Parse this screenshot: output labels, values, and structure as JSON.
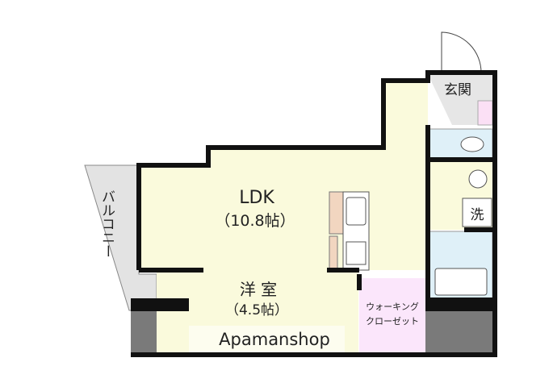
{
  "rooms": {
    "ldk": {
      "name": "LDK",
      "size": "（10.8帖）"
    },
    "western": {
      "name": "洋 室",
      "size": "（4.5帖）"
    },
    "entrance": {
      "name": "玄関"
    },
    "washroom": {
      "name": "洗"
    },
    "closet": {
      "line1": "ウォーキング",
      "line2": "クローゼット"
    },
    "balcony": {
      "name": "バルコニー"
    }
  },
  "watermark": "Apamanshop",
  "colors": {
    "floor": "#fafadc",
    "wet_area": "#dff0f8",
    "closet": "#fbe6fb",
    "entrance": "#e6e6e6",
    "balcony": "#e3e3e3",
    "wall": "#111111",
    "band": "#7a7a7a",
    "fridge": "#f2d6c0"
  }
}
